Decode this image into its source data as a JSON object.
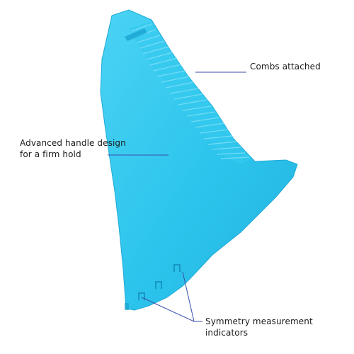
{
  "product": {
    "icon": "beard-shaping-comb-icon",
    "color": "#2cc4ec"
  },
  "callouts": {
    "combs": "Combs attached",
    "handle_line1": "Advanced handle design",
    "handle_line2": "for a firm hold",
    "symmetry_line1": "Symmetry measurement",
    "symmetry_line2": "indicators"
  },
  "colors": {
    "leader_line": "#3a4fae",
    "text": "#1b1b1b",
    "background": "#ffffff"
  }
}
